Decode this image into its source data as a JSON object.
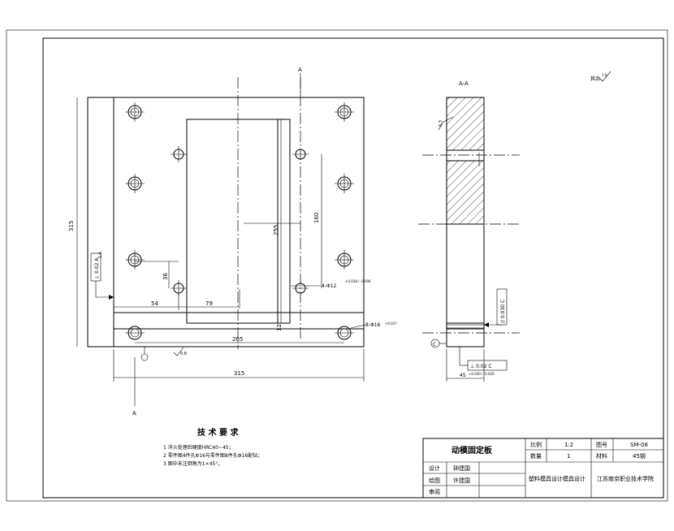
{
  "views": {
    "section_label": "A-A",
    "cut_label_top": "A",
    "cut_label_bottom": "A",
    "roughness_corner": "其余"
  },
  "dimensions": {
    "overall_width": "315",
    "overall_height": "315",
    "hole_spacing_x": "265",
    "pocket_height": "255",
    "hole_offset_y": "160",
    "dim_54": "54",
    "dim_79": "79",
    "dim_36": "36",
    "dim_12": "12",
    "hole_spec_1": "4-Φ12",
    "hole_spec_1_tol": "+0.018 / -0.006",
    "hole_spec_2": "8-Φ16",
    "hole_spec_2_tol": "+0.027",
    "thickness": "45",
    "thickness_tol": "+0.040 / -0.020"
  },
  "tolerances": {
    "perpendicularity_left": "⊥  0.02  A",
    "parallelism": "//  0.030  C",
    "perpendicularity_section": "⊥  0.02  C",
    "datum_c": "C",
    "datum_a": "A"
  },
  "roughness": {
    "values": [
      "1.6",
      "0.8",
      "6.3",
      "1.6"
    ]
  },
  "notes": {
    "title": "技 术 要 求",
    "items": [
      "1  淬火处理后硬度HRC40~45；",
      "2  零件图4件孔Φ16与零件图8件孔Φ16配钻；",
      "3  图中未注倒角为1×45°。"
    ]
  },
  "title_block": {
    "part_name": "动模固定板",
    "scale_label": "比例",
    "scale_value": "1:2",
    "drawing_no_label": "图号",
    "drawing_no_value": "SM-08",
    "qty_label": "数量",
    "qty_value": "1",
    "material_label": "材料",
    "material_value": "45钢",
    "design_label": "设计",
    "design_name": "钟建国",
    "draw_label": "绘图",
    "draw_name": "许建国",
    "review_label": "审阅",
    "review_name": "",
    "project_title": "塑料模具设计模具设计",
    "school": "江苏南京职业技术学院"
  }
}
